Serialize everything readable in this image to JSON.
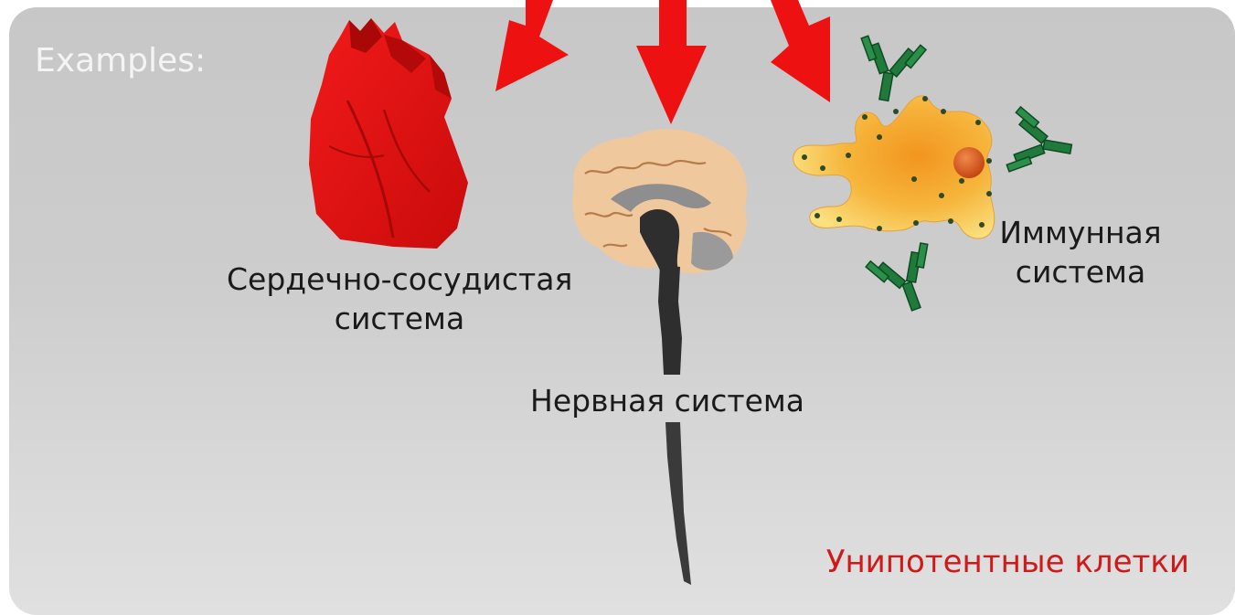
{
  "heading": "Examples:",
  "labels": {
    "cardio": [
      "Сердечно-сосудистая",
      "система"
    ],
    "nervous": "Нервная система",
    "immune": [
      "Иммунная",
      "система"
    ]
  },
  "footer": "Унипотентные клетки",
  "colors": {
    "arrow": "#ee1111",
    "heart": "#e81212",
    "brain": "#f0c89e",
    "spine": "#2e2e2e",
    "cell": "#f6a623",
    "antibody": "#1f7a3c",
    "footer_text": "#d01919"
  }
}
